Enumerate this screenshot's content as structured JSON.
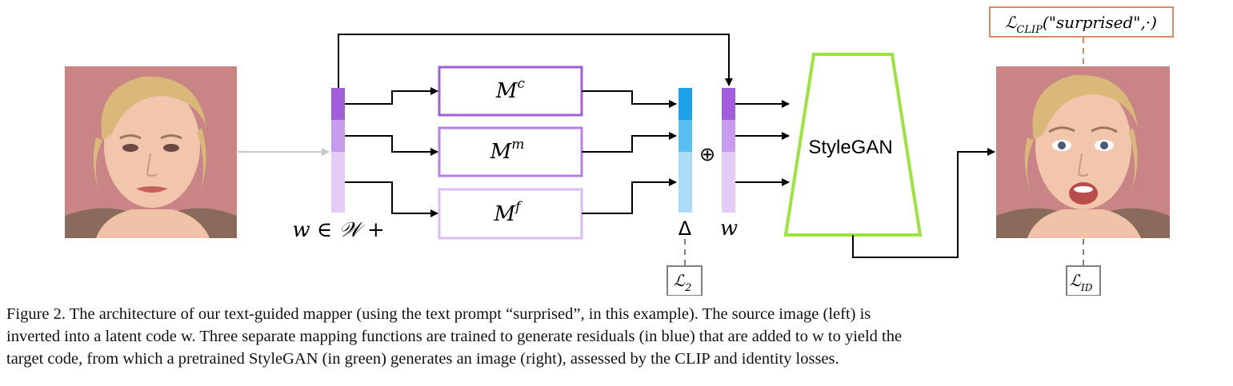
{
  "diagram": {
    "mappers": [
      {
        "base": "M",
        "sup": "c",
        "color": "#a25ddb"
      },
      {
        "base": "M",
        "sup": "m",
        "color": "#b97fe6"
      },
      {
        "base": "M",
        "sup": "f",
        "color": "#dcbdf3"
      }
    ],
    "latent_label": "w ∈ 𝒲 +",
    "delta_label": "Δ",
    "w_label": "w",
    "plus_symbol": "⊕",
    "generator_label": "StyleGAN",
    "loss_clip": {
      "script": "ℒ",
      "sub": "CLIP",
      "arg": "(\"surprised\",·)"
    },
    "loss_l2": {
      "script": "ℒ",
      "sub": "2"
    },
    "loss_id": {
      "script": "ℒ",
      "sub": "ID"
    },
    "colors": {
      "purple_dark": "#a25ddb",
      "purple_mid": "#c79cee",
      "purple_light": "#e4ccf7",
      "blue_dark": "#1aa3e8",
      "blue_mid": "#58c0f0",
      "blue_light": "#aadcf6",
      "stylegan_green": "#9ae43c",
      "clip_orange": "#d98b62",
      "gray": "#808080",
      "face_bg": "#c98586"
    }
  },
  "caption": {
    "line1": "Figure 2. The architecture of our text-guided mapper (using the text prompt “surprised”, in this example).  The source image (left) is",
    "line2": "inverted into a latent code w. Three separate mapping functions are trained to generate residuals (in blue) that are added to w to yield the",
    "line3": "target code, from which a pretrained StyleGAN (in green) generates an image (right), assessed by the CLIP and identity losses."
  }
}
